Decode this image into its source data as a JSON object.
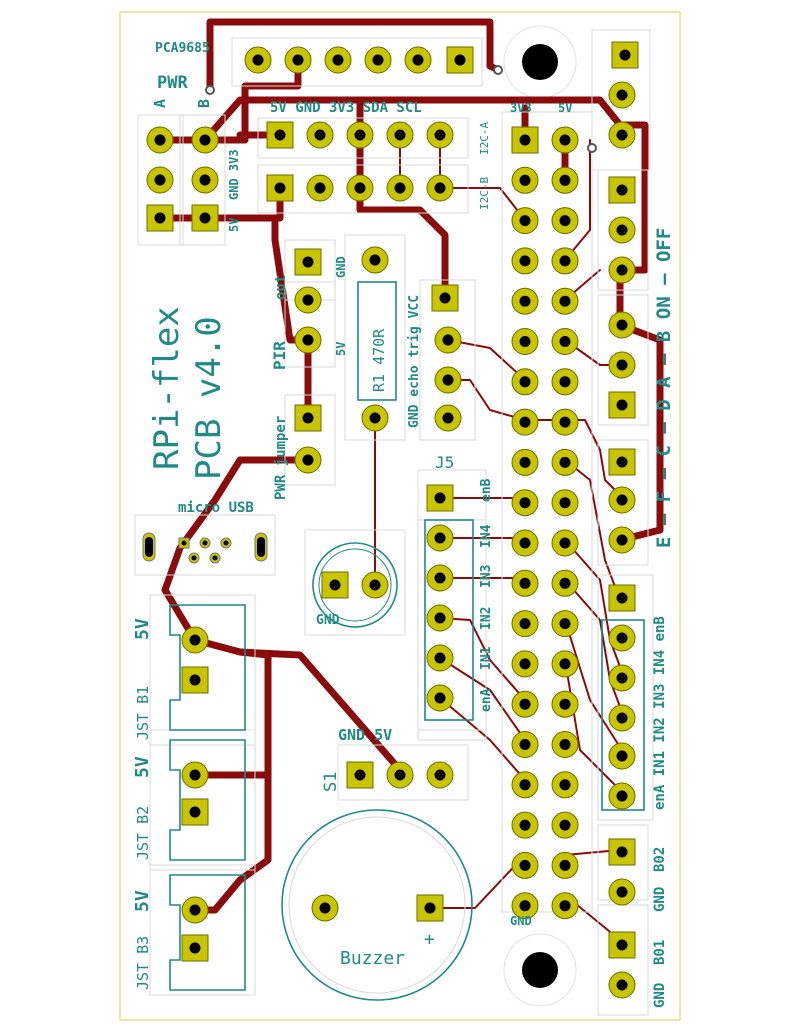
{
  "board": {
    "title_line1": "RPi-flex",
    "title_line2": "PCB v4.0",
    "colors": {
      "pad": "#c9c400",
      "trace": "#8a0b0b",
      "silk": "#1f8a86",
      "edge": "#e4e48a"
    }
  },
  "labels": {
    "pca": "PCA9685",
    "pwr": "PWR",
    "a": "A",
    "b": "B",
    "gnd3v3": "GND 3V3",
    "v5": "5V",
    "top_header": "5V GND 3V3 SDA SCL",
    "i2c_a": "I2C-A",
    "i2c_b": "I2C-B",
    "v3v3_left": "3V3",
    "v5_right": "5V",
    "gnd_pir": "GND",
    "pir_out": "out",
    "pir": "PIR",
    "v5_pir": "5V",
    "r1": "R1 470R",
    "echo": "GND echo trig VCC",
    "j5": "J5",
    "pwr_jumper": "PWR jumper",
    "micro_usb": "micro USB",
    "led_gnd": "GND",
    "jst_b1": "JST B1",
    "jst_b2": "JST B2",
    "jst_b3": "JST B3",
    "jst_5v": "5V",
    "s1": "S1",
    "gnd5v": "GND 5V",
    "buzzer": "Buzzer",
    "plus": "+",
    "gnd_bottom": "GND",
    "motor_left_1": "enB",
    "motor_left_2": "IN4",
    "motor_left_3": "IN3",
    "motor_left_4": "IN2",
    "motor_left_5": "IN1",
    "motor_left_6": "enA",
    "motor_right": "enA IN1 IN2 IN3 IN4 enB",
    "switch_side": "E — F — C — D    A — B   ON — OFF",
    "b02": "B02",
    "gnd_b02": "GND",
    "b01": "B01",
    "gnd_b01": "GND"
  }
}
